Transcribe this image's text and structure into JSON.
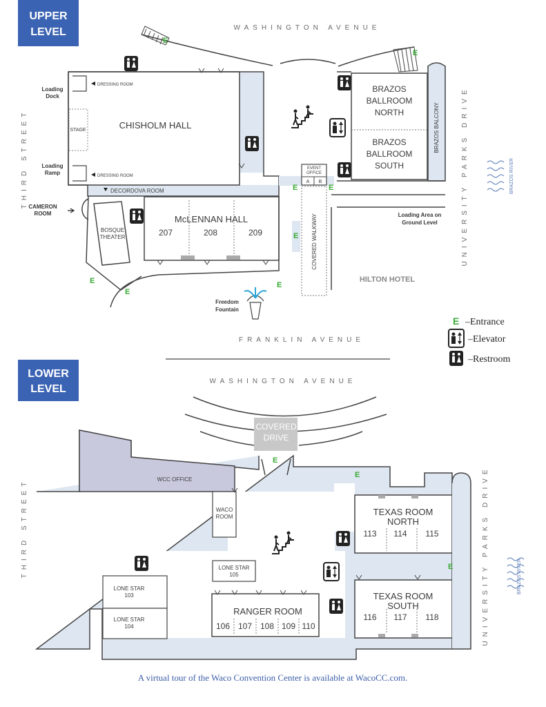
{
  "colors": {
    "banner": "#3b63b3",
    "wall": "#444444",
    "fill_light": "#dde6f1",
    "fill_office": "#c9c9de",
    "covered_drive": "#c8c8c8",
    "entrance": "#3aaa35",
    "river": "#5b7db8",
    "footer_text": "#3b5ea8"
  },
  "upper": {
    "title_line1": "UPPER",
    "title_line2": "LEVEL",
    "street_top": "WASHINGTON AVENUE",
    "street_bottom": "FRANKLIN AVENUE",
    "street_left": "THIRD STREET",
    "street_right": "UNIVERSITY PARKS DRIVE",
    "loading_dock": [
      "Loading",
      "Dock"
    ],
    "loading_ramp": [
      "Loading",
      "Ramp"
    ],
    "dressing_room_1": "DRESSING ROOM",
    "dressing_room_2": "DRESSING ROOM",
    "stage": "STAGE",
    "chisholm": "CHISHOLM HALL",
    "decordova": "DECORDOVA ROOM",
    "cameron": [
      "CAMERON",
      "ROOM"
    ],
    "bosque": [
      "BOSQUE",
      "THEATER"
    ],
    "mclennan": "McLENNAN HALL",
    "room_207": "207",
    "room_208": "208",
    "room_209": "209",
    "brazos_north": [
      "BRAZOS",
      "BALLROOM",
      "NORTH"
    ],
    "brazos_south": [
      "BRAZOS",
      "BALLROOM",
      "SOUTH"
    ],
    "brazos_balcony": "BRAZOS BALCONY",
    "event_office": [
      "EVENT",
      "OFFICE"
    ],
    "office_a": "A",
    "office_b": "B",
    "covered_walkway": "COVERED WALKWAY",
    "loading_area": [
      "Loading Area on",
      "Ground Level"
    ],
    "hilton": "HILTON HOTEL",
    "fountain": [
      "Freedom",
      "Fountain"
    ],
    "river": "BRAZOS RIVER"
  },
  "legend": {
    "entrance_symbol": "E",
    "entrance": "–Entrance",
    "elevator": "–Elevator",
    "restroom": "–Restroom"
  },
  "lower": {
    "title_line1": "LOWER",
    "title_line2": "LEVEL",
    "street_top": "WASHINGTON AVENUE",
    "street_left": "THIRD STREET",
    "street_right": "UNIVERSITY PARKS DRIVE",
    "covered_drive": [
      "COVERED",
      "DRIVE"
    ],
    "wcc_office": "WCC OFFICE",
    "waco_room": [
      "WACO",
      "ROOM"
    ],
    "lone_star_105": [
      "LONE STAR",
      "105"
    ],
    "lone_star_103": [
      "LONE STAR",
      "103"
    ],
    "lone_star_104": [
      "LONE STAR",
      "104"
    ],
    "ranger_room": "RANGER ROOM",
    "ranger_numbers": [
      "106",
      "107",
      "108",
      "109",
      "110"
    ],
    "texas_north": [
      "TEXAS ROOM",
      "NORTH"
    ],
    "north_numbers": [
      "113",
      "114",
      "115"
    ],
    "texas_south": [
      "TEXAS ROOM",
      "SOUTH"
    ],
    "south_numbers": [
      "116",
      "117",
      "118"
    ],
    "river": "BRAZOS RIVER"
  },
  "footer": "A virtual tour of the Waco Convention Center is available at WacoCC.com."
}
